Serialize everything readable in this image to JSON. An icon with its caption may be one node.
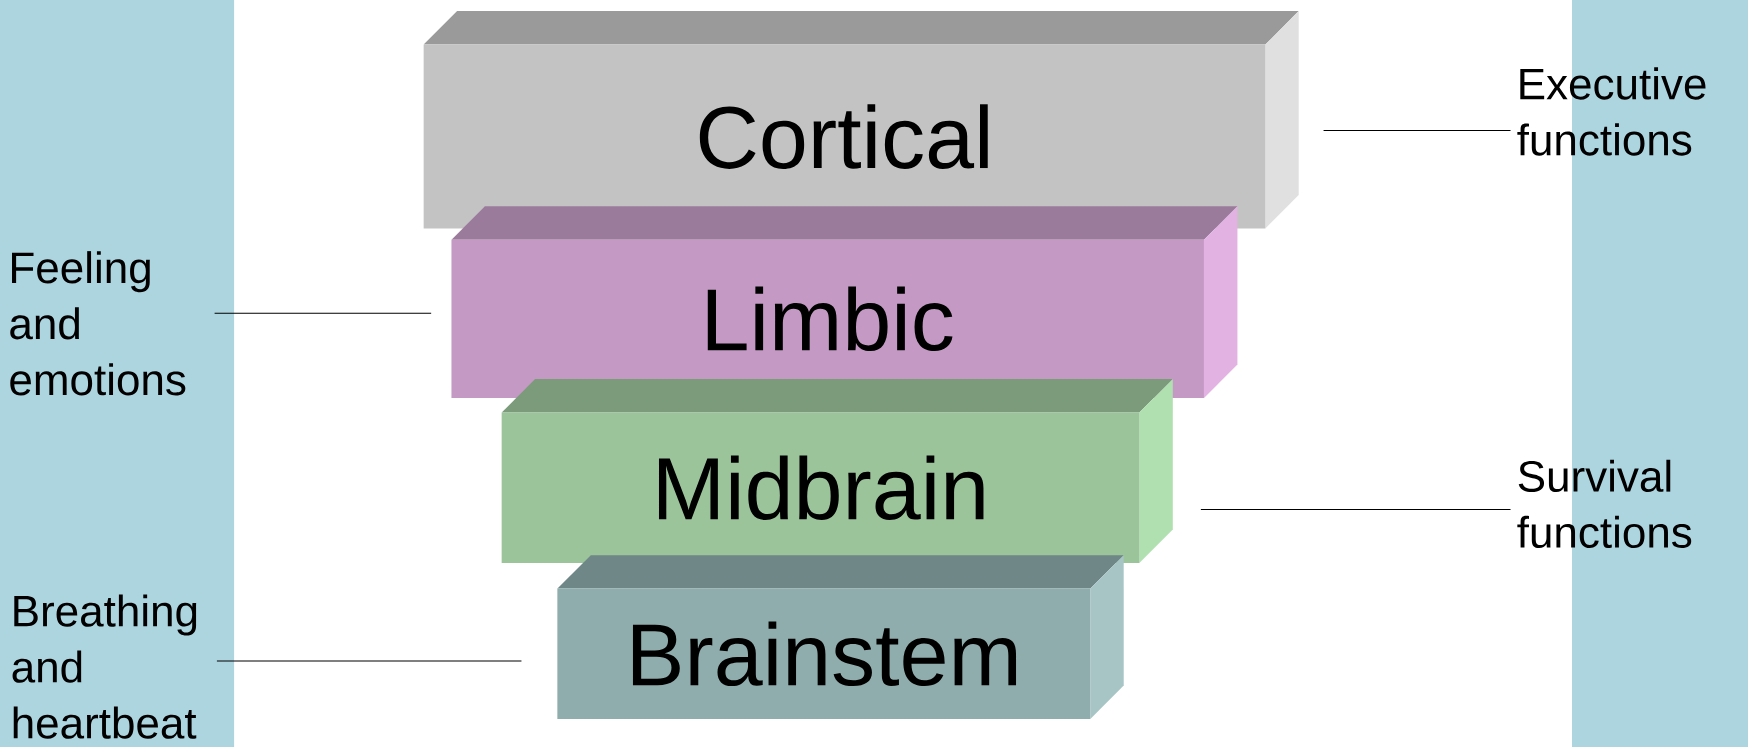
{
  "diagram": {
    "nodes": [
      {
        "text": [
          "Cortical"
        ]
      },
      {
        "text": [
          "Limbic"
        ]
      },
      {
        "text": [
          "Midbrain"
        ]
      },
      {
        "text": [
          "Brainstem"
        ]
      },
      {
        "text": [
          "Executive functions"
        ]
      },
      {
        "text": [
          "Feeling and emotions"
        ]
      },
      {
        "text": [
          "Survival functions"
        ]
      },
      {
        "text": [
          "Breathing and heartbeat"
        ]
      }
    ],
    "edges": [
      {
        "from": 4,
        "to": 0,
        "arrow": "none"
      },
      {
        "from": 5,
        "to": 1,
        "arrow": "none"
      },
      {
        "from": 6,
        "to": 2,
        "arrow": "none"
      },
      {
        "from": 7,
        "to": 3,
        "arrow": "none"
      }
    ]
  }
}
